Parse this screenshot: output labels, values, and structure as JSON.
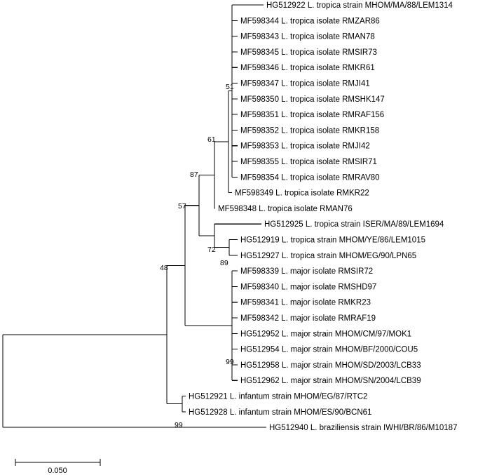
{
  "tree": {
    "leaves": [
      "HG512922 L. tropica strain MHOM/MA/88/LEM1314",
      "MF598344 L. tropica isolate RMZAR86",
      "MF598343 L. tropica isolate RMAN78",
      "MF598345 L. tropica isolate RMSIR73",
      "MF598346 L. tropica isolate RMKR61",
      "MF598347 L. tropica isolate RMJI41",
      "MF598350 L. tropica isolate RMSHK147",
      "MF598351 L. tropica isolate RMRAF156",
      "MF598352 L. tropica isolate RMKR158",
      "MF598353 L. tropica isolate RMJI42",
      "MF598355 L. tropica isolate RMSIR71",
      "MF598354 L. tropica isolate RMRAV80",
      "MF598349 L. tropica isolate RMKR22",
      "MF598348 L. tropica isolate RMAN76",
      "HG512925 L. tropica strain ISER/MA/89/LEM1694",
      "HG512919 L. tropica strain MHOM/YE/86/LEM1015",
      "HG512927 L. tropica strain MHOM/EG/90/LPN65",
      "MF598339 L. major isolate RMSIR72",
      "MF598340 L. major isolate RMSHD97",
      "MF598341 L. major isolate RMKR23",
      "MF598342 L. major isolate RMRAF19",
      "HG512952 L. major strain MHOM/CM/97/MOK1",
      "HG512954 L. major strain MHOM/BF/2000/COU5",
      "HG512958 L. major strain MHOM/SD/2003/LCB33",
      "HG512962 L. major strain MHOM/SN/2004/LCB39",
      "HG512921 L. infantum strain MHOM/EG/87/RTC2",
      "HG512928 L. infantum strain MHOM/ES/90/BCN61",
      "HG512940 L. braziliensis strain IWHI/BR/86/M10187"
    ],
    "bootstrap": {
      "n51": "51",
      "n61": "61",
      "n87": "87",
      "n57": "57",
      "n72": "72",
      "n89": "89",
      "n48": "48",
      "n99major": "99",
      "n99infantum": "99"
    }
  },
  "scale_bar": {
    "label": "0.050",
    "value": 0.05
  }
}
